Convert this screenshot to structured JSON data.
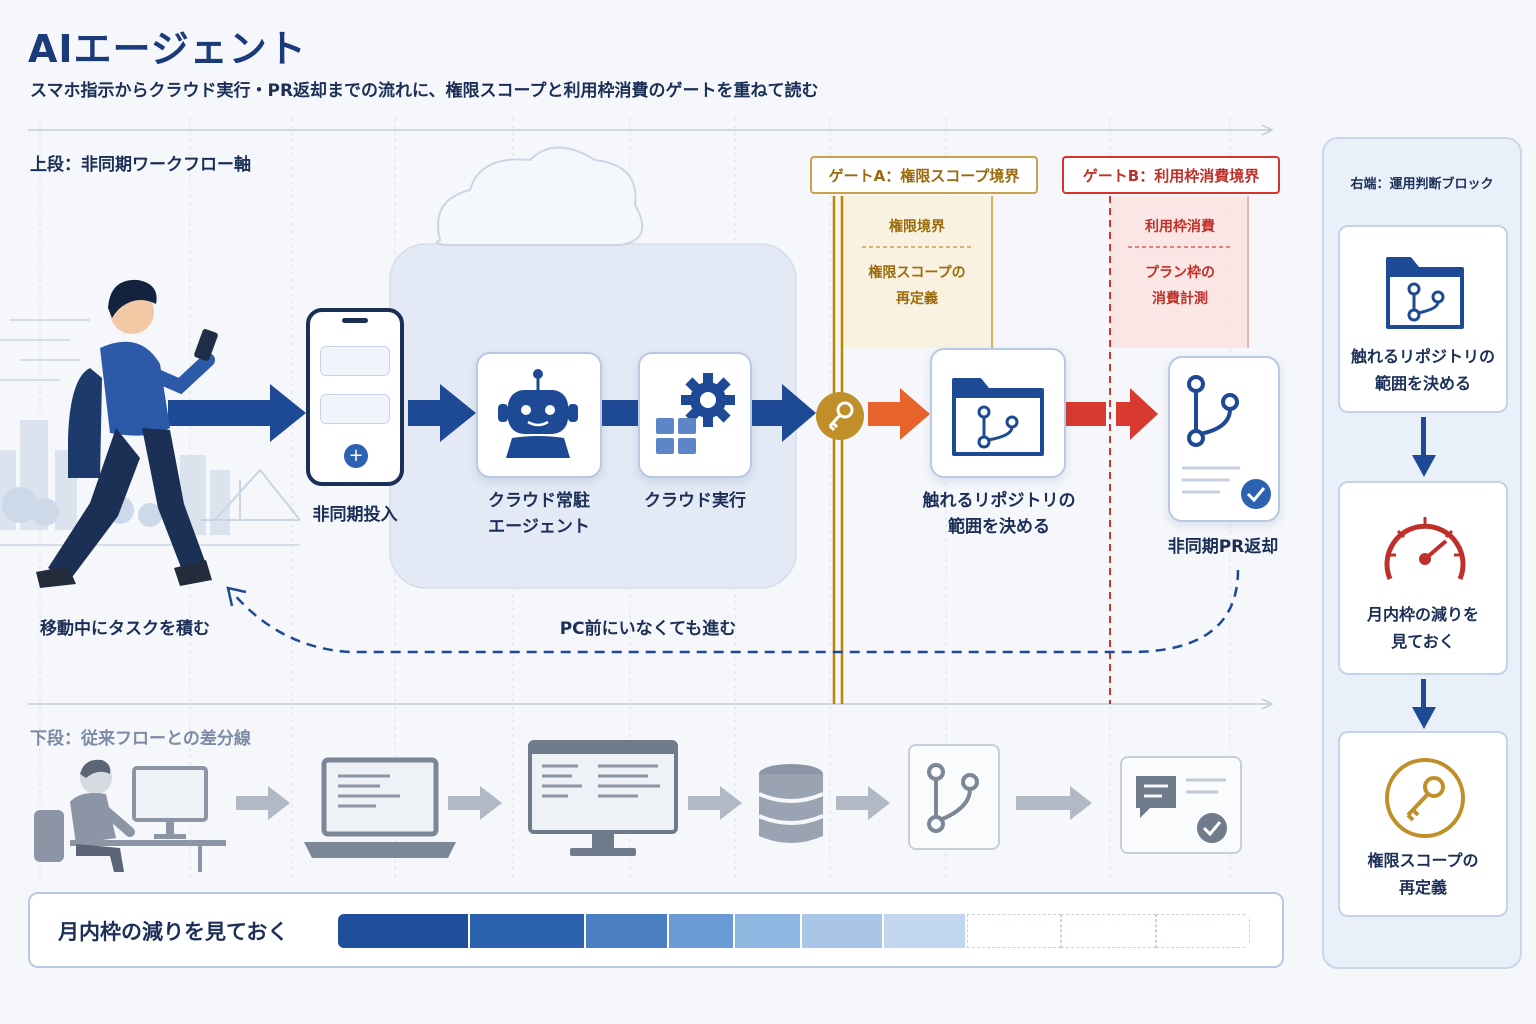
{
  "header": {
    "title": "AIエージェント",
    "subtitle": "スマホ指示からクラウド実行・PR返却までの流れに、権限スコープと利用枠消費のゲートを重ねて読む"
  },
  "upper": {
    "section_label": "上段：非同期ワークフロー軸",
    "nodes": {
      "walker": "移動中にタスクを積む",
      "phone": "非同期投入",
      "agent": "クラウド常駐\nエージェント",
      "exec": "クラウド実行",
      "repo": "触れるリポジトリの\n範囲を決める",
      "pr": "非同期PR返却"
    },
    "return_label": "PC前にいなくても進む"
  },
  "gates": {
    "a": {
      "label": "ゲートA：権限スコープ境界",
      "head": "権限境界",
      "body": "権限スコープの\n再定義"
    },
    "b": {
      "label": "ゲートB：利用枠消費境界",
      "head": "利用枠消費",
      "body": "プラン枠の\n消費計測"
    }
  },
  "lower": {
    "section_label": "下段：従来フローとの差分線"
  },
  "meter": {
    "label": "月内枠の減りを見ておく",
    "used_fraction": 0.69,
    "segments": [
      "#1f4f9c",
      "#2d62b0",
      "#4a7fc4",
      "#6b9bd4",
      "#8fb5e1",
      "#a9c5e8",
      "#c3d6ef"
    ]
  },
  "right_panel": {
    "title": "右端：運用判断ブロック",
    "cards": [
      "触れるリポジトリの\n範囲を決める",
      "月内枠の減りを\n見ておく",
      "権限スコープの\n再定義"
    ]
  },
  "colors": {
    "navy": "#1b3a7a",
    "arrow_blue": "#1e4a95",
    "gate_a": "#b8860b",
    "gate_b": "#d9342b",
    "orange_arrow": "#e8632c",
    "red_arrow": "#d93a30"
  }
}
